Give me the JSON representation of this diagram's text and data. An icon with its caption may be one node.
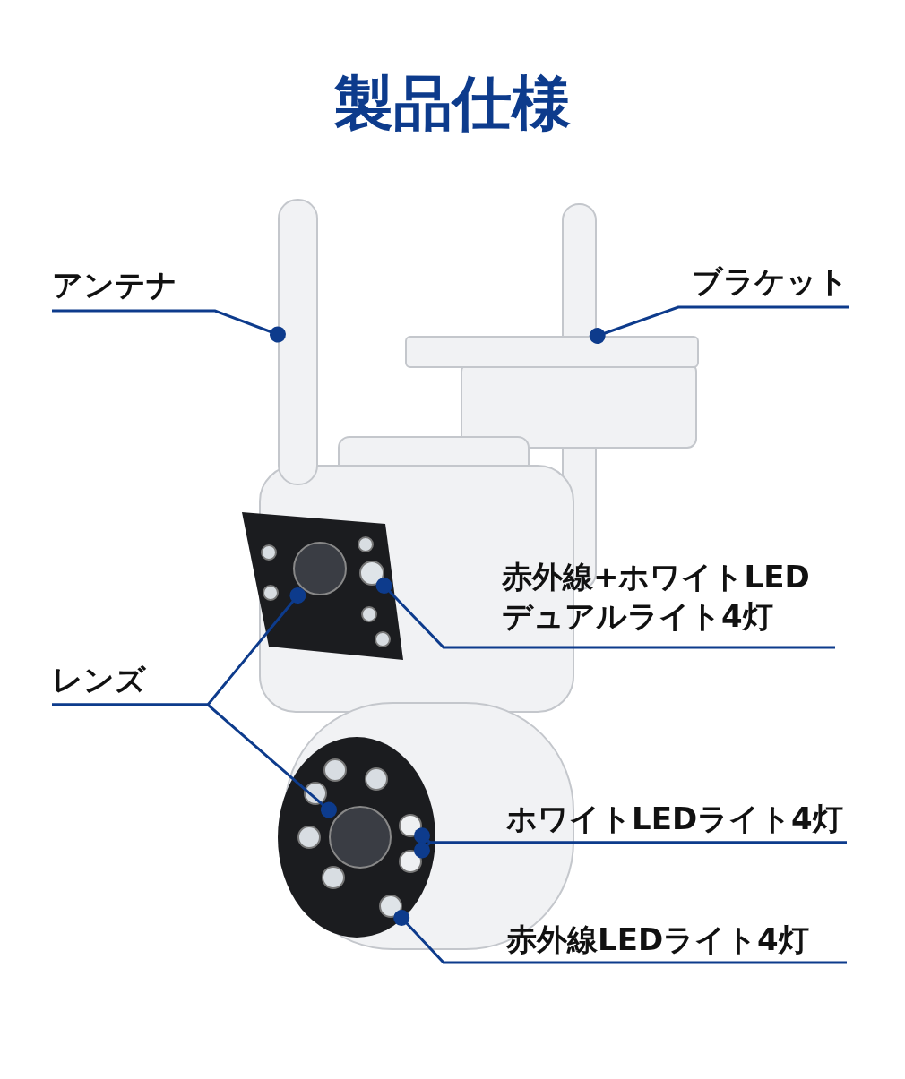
{
  "diagram": {
    "title": "製品仕様",
    "nodes": [
      {
        "text": [
          "アンテナ"
        ]
      },
      {
        "text": [],
        "shape": "bar"
      },
      {
        "text": [
          "ブラケット"
        ]
      },
      {
        "text": [],
        "shape": "box"
      },
      {
        "text": [
          "赤外線+ホワイトLEDデュアルライト4灯"
        ]
      },
      {
        "text": [],
        "shape": "circle"
      },
      {
        "text": [
          "レンズ"
        ]
      },
      {
        "text": [],
        "shape": "circle"
      },
      {
        "text": [],
        "shape": "circle"
      },
      {
        "text": [
          "ホワイトLEDライト4灯"
        ]
      },
      {
        "text": [],
        "shape": "circle"
      },
      {
        "text": [],
        "shape": "circle"
      },
      {
        "text": [
          "赤外線LEDライト4灯"
        ]
      },
      {
        "text": [],
        "shape": "circle"
      }
    ],
    "edges": [
      {
        "from": 0,
        "to": 1,
        "arrow": "other"
      },
      {
        "from": 2,
        "to": 3,
        "arrow": "other"
      },
      {
        "from": 4,
        "to": 5,
        "arrow": "other"
      },
      {
        "from": 6,
        "to": 7,
        "arrow": "other"
      },
      {
        "from": 6,
        "to": 8,
        "arrow": "other"
      },
      {
        "from": 9,
        "to": 10,
        "arrow": "other"
      },
      {
        "from": 9,
        "to": 11,
        "arrow": "other"
      },
      {
        "from": 12,
        "to": 13,
        "arrow": "other"
      }
    ]
  }
}
